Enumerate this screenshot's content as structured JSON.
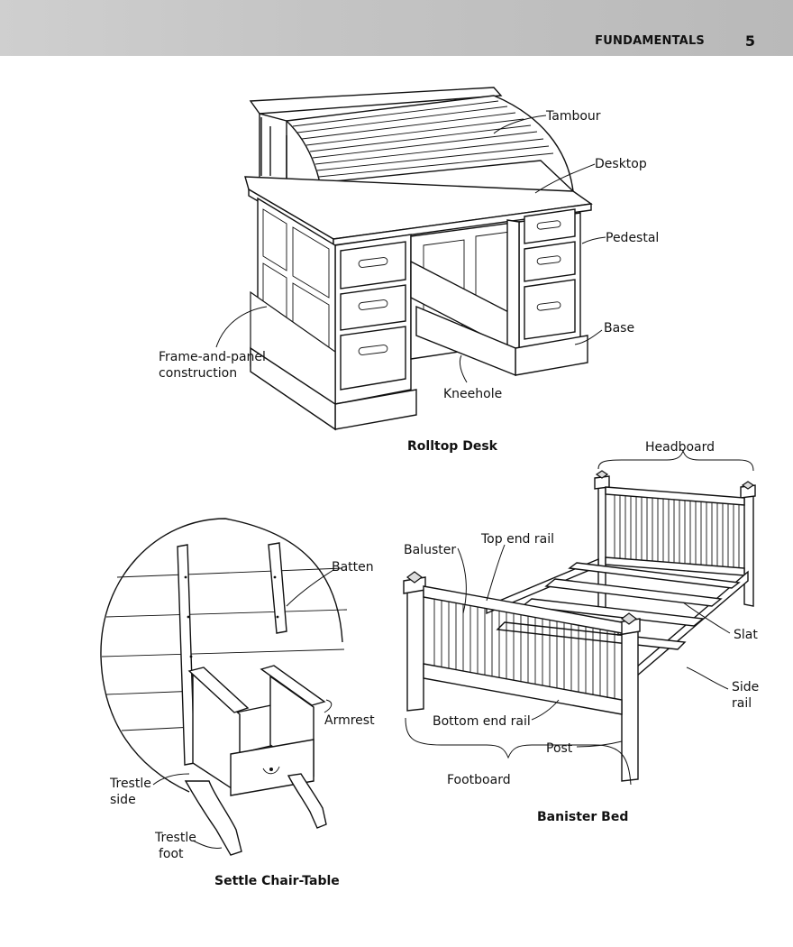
{
  "header": {
    "section": "FUNDAMENTALS",
    "page_number": "5"
  },
  "desk": {
    "caption": "Rolltop Desk",
    "labels": {
      "tambour": "Tambour",
      "desktop": "Desktop",
      "pedestal": "Pedestal",
      "base": "Base",
      "frame_panel_1": "Frame-and-panel",
      "frame_panel_2": "construction",
      "kneehole": "Kneehole"
    }
  },
  "chair": {
    "caption": "Settle Chair-Table",
    "labels": {
      "batten": "Batten",
      "armrest": "Armrest",
      "trestle_side_1": "Trestle",
      "trestle_side_2": "side",
      "trestle_foot_1": "Trestle",
      "trestle_foot_2": "foot"
    }
  },
  "bed": {
    "caption": "Banister Bed",
    "labels": {
      "headboard": "Headboard",
      "baluster": "Baluster",
      "top_end_rail": "Top end rail",
      "slat": "Slat",
      "side_rail_1": "Side",
      "side_rail_2": "rail",
      "bottom_end_rail": "Bottom end rail",
      "post": "Post",
      "footboard": "Footboard"
    }
  }
}
